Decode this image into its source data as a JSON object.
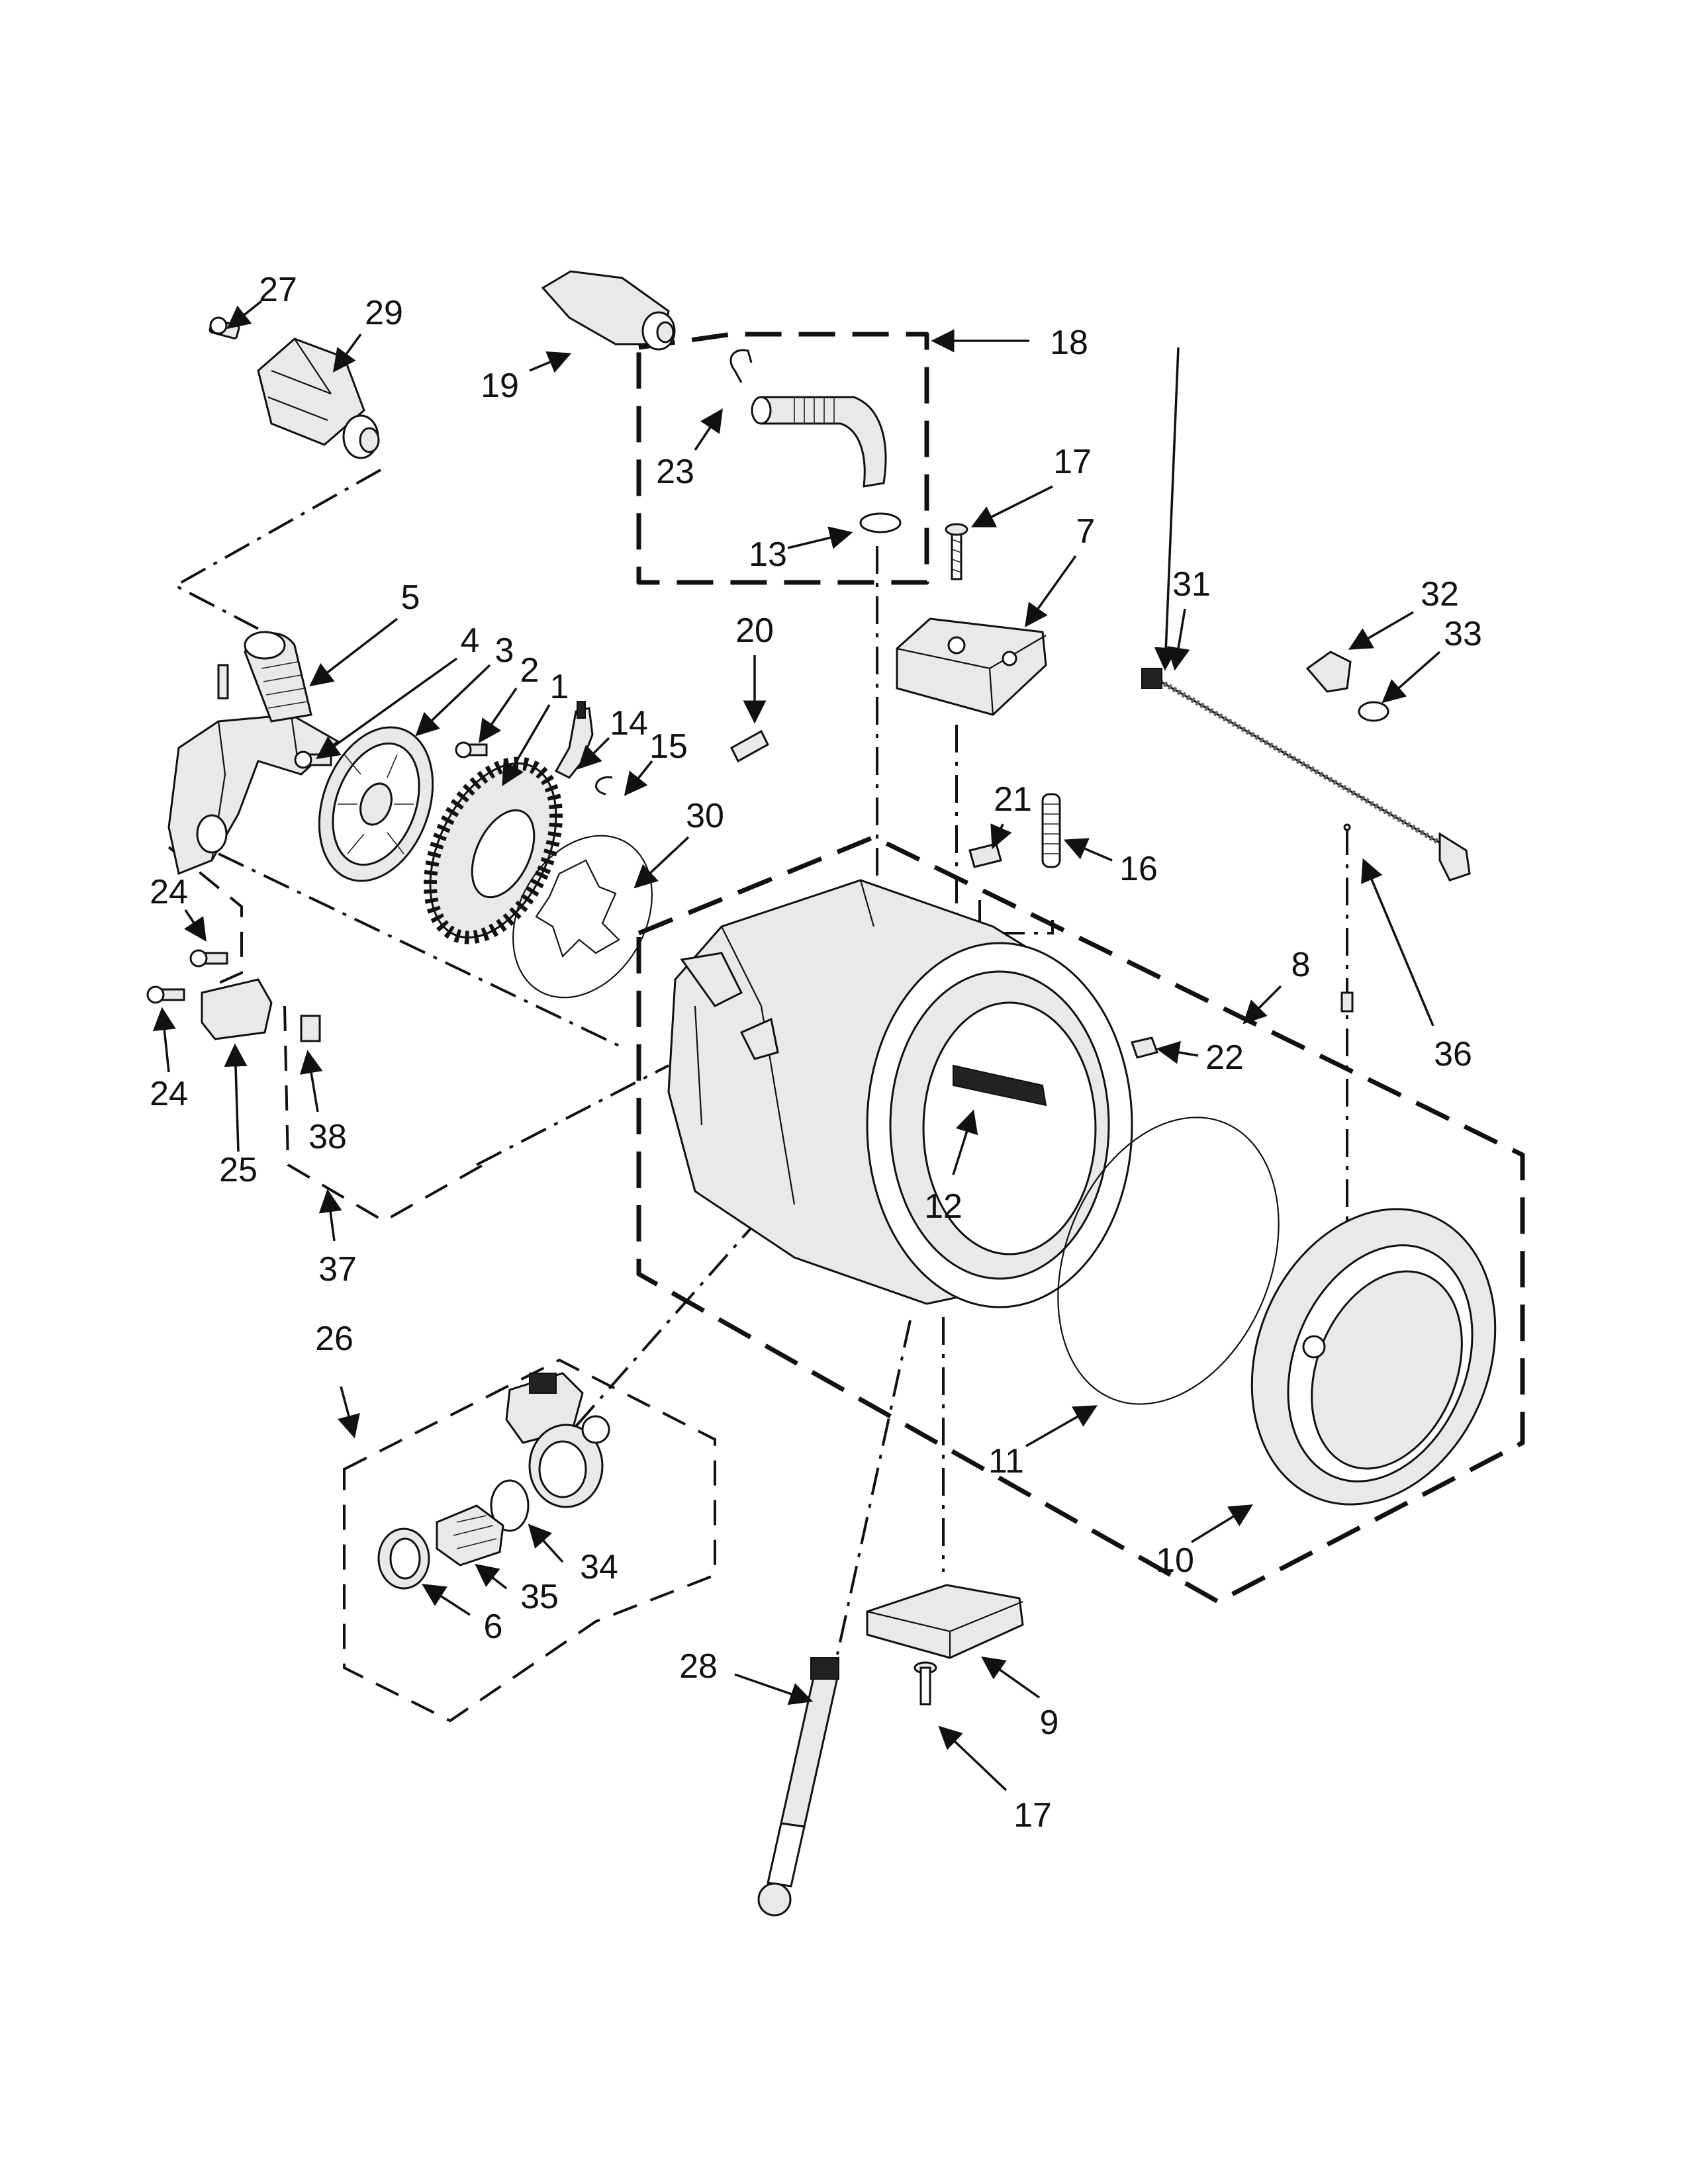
{
  "diagram": {
    "callouts": [
      {
        "id": "c1",
        "label": "1"
      },
      {
        "id": "c2",
        "label": "2"
      },
      {
        "id": "c3",
        "label": "3"
      },
      {
        "id": "c4",
        "label": "4"
      },
      {
        "id": "c5",
        "label": "5"
      },
      {
        "id": "c6",
        "label": "6"
      },
      {
        "id": "c7",
        "label": "7"
      },
      {
        "id": "c8",
        "label": "8"
      },
      {
        "id": "c9",
        "label": "9"
      },
      {
        "id": "c10",
        "label": "10"
      },
      {
        "id": "c11",
        "label": "11"
      },
      {
        "id": "c12",
        "label": "12"
      },
      {
        "id": "c13",
        "label": "13"
      },
      {
        "id": "c14",
        "label": "14"
      },
      {
        "id": "c15",
        "label": "15"
      },
      {
        "id": "c16",
        "label": "16"
      },
      {
        "id": "c17a",
        "label": "17"
      },
      {
        "id": "c17b",
        "label": "17"
      },
      {
        "id": "c18",
        "label": "18"
      },
      {
        "id": "c19",
        "label": "19"
      },
      {
        "id": "c20",
        "label": "20"
      },
      {
        "id": "c21",
        "label": "21"
      },
      {
        "id": "c22",
        "label": "22"
      },
      {
        "id": "c23",
        "label": "23"
      },
      {
        "id": "c24a",
        "label": "24"
      },
      {
        "id": "c24b",
        "label": "24"
      },
      {
        "id": "c25",
        "label": "25"
      },
      {
        "id": "c26",
        "label": "26"
      },
      {
        "id": "c27",
        "label": "27"
      },
      {
        "id": "c28",
        "label": "28"
      },
      {
        "id": "c29",
        "label": "29"
      },
      {
        "id": "c30",
        "label": "30"
      },
      {
        "id": "c31",
        "label": "31"
      },
      {
        "id": "c32",
        "label": "32"
      },
      {
        "id": "c33",
        "label": "33"
      },
      {
        "id": "c34",
        "label": "34"
      },
      {
        "id": "c35",
        "label": "35"
      },
      {
        "id": "c36",
        "label": "36"
      },
      {
        "id": "c37",
        "label": "37"
      },
      {
        "id": "c38",
        "label": "38"
      }
    ]
  }
}
